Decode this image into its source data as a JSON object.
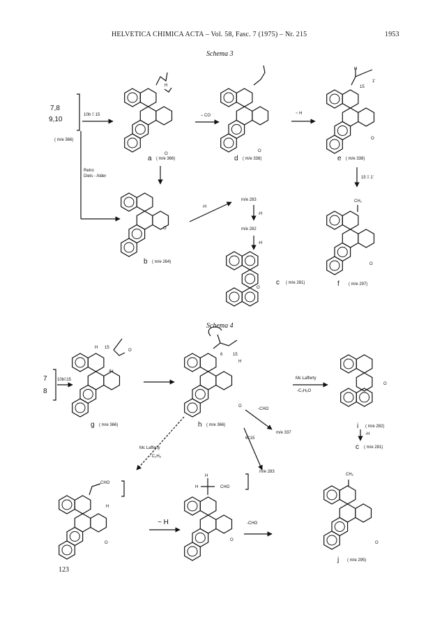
{
  "header": {
    "journal": "HELVETICA CHIMICA ACTA – Vol. 58, Fasc. 7 (1975) – Nr. 215",
    "page_number": "1953"
  },
  "scheme3": {
    "title": "Schema 3",
    "left_ions_top": "7,8",
    "left_ions_bottom": "9,10",
    "left_mass": "( m/e 366)",
    "arrow_a_label": "10b ⁞⁞ 15",
    "arrow_d_label": "– CO",
    "arrow_e_label": "~ H",
    "arrow_f_label": "15 ⁞⁞ 1'",
    "retro_top": "Retro",
    "retro_bottom": "Diels - Alder",
    "arrow_b_label": "-H",
    "label_a_letter": "a",
    "label_a_mass": "( m/e 366)",
    "label_d_letter": "d",
    "label_d_mass": "( m/e 338)",
    "label_e_letter": "e",
    "label_e_mass": "( m/e 338)",
    "label_b_letter": "b",
    "label_b_mass": "( m/e 264)",
    "me283": "m/e 283",
    "me283_h": "-H",
    "me282": "m/e 282",
    "me282_h": "-H",
    "label_c_letter": "c",
    "label_c_mass": "( m/e 281)",
    "label_f_letter": "f",
    "label_f_mass": "( m/e 297)",
    "ch2": "CH₂",
    "atom_h": "H",
    "atom_o": "O",
    "atom_15": "15",
    "atom_1p": "1'"
  },
  "scheme4": {
    "title": "Schema 4",
    "left_ions_top": "7",
    "left_ions_bottom": "8",
    "arrow_g_label": "10b⁞⁞15",
    "label_g_letter": "g",
    "label_g_mass": "( m/e 366)",
    "label_h_letter": "h",
    "label_h_mass": "( m/e 366)",
    "mclafferty_right_top": "Mc Lafferty",
    "mclafferty_right_bottom": "-C₃H₆O",
    "label_i_letter": "i",
    "label_i_mass": "( m/e 282)",
    "label_i_h": "-H",
    "label_c_letter": "c",
    "label_c_mass": "( m/e 281)",
    "minus_cho": "-CHO",
    "me337": "m/e 337",
    "cleave_label": "6⁞⁞15",
    "mclafferty_left_top": "Mc Lafferty",
    "mclafferty_left_bottom": "- C₂H₆",
    "me283": "m/e 283",
    "cho": "CHO",
    "h_shift": "~ H",
    "minus_cho_bottom": "-CHO",
    "ch2": "CH₂",
    "label_j_letter": "j",
    "label_j_mass": "( m/e 295)",
    "atom_h": "H",
    "atom_o": "O",
    "atom_4a": "4a",
    "atom_6": "6",
    "atom_15": "15"
  },
  "footer": {
    "folio": "123"
  }
}
